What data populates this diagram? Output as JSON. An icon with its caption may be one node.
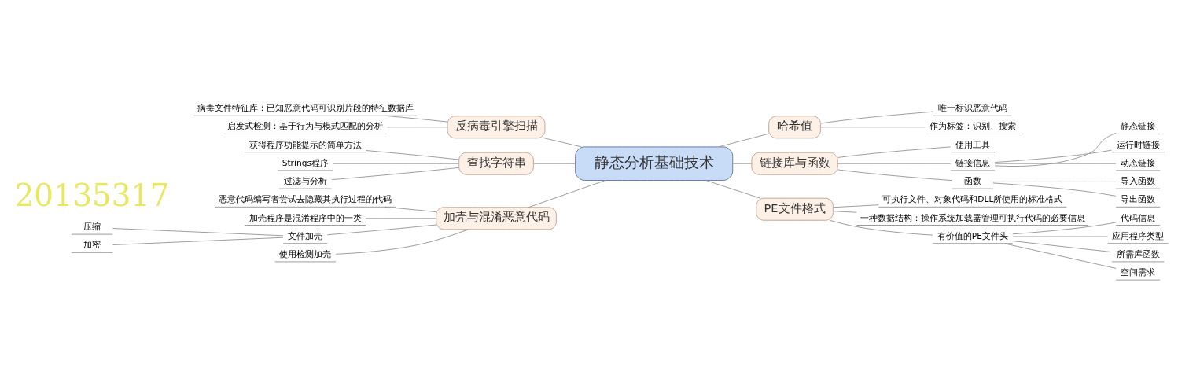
{
  "diagram": {
    "nodes": [
      {
        "text": [
          "静态分析基础技术"
        ]
      },
      {
        "text": [
          "反病毒引擎扫描"
        ]
      },
      {
        "text": [
          "病毒文件特征库：已知恶意代码可识别片段的特征数据库"
        ]
      },
      {
        "text": [
          "启发式检测：基于行为与模式匹配的分析"
        ]
      },
      {
        "text": [
          "查找字符串"
        ]
      },
      {
        "text": [
          "获得程序功能提示的简单方法"
        ]
      },
      {
        "text": [
          "Strings程序"
        ]
      },
      {
        "text": [
          "过滤与分析"
        ]
      },
      {
        "text": [
          "加壳与混淆恶意代码"
        ]
      },
      {
        "text": [
          "恶意代码编写者尝试去隐藏其执行过程的代码"
        ]
      },
      {
        "text": [
          "加壳程序是混淆程序中的一类"
        ]
      },
      {
        "text": [
          "文件加壳"
        ]
      },
      {
        "text": [
          "压缩"
        ]
      },
      {
        "text": [
          "加密"
        ]
      },
      {
        "text": [
          "使用检测加壳"
        ]
      },
      {
        "text": [
          "哈希值"
        ]
      },
      {
        "text": [
          "唯一标识恶意代码"
        ]
      },
      {
        "text": [
          "作为标签：识别、搜索"
        ]
      },
      {
        "text": [
          "链接库与函数"
        ]
      },
      {
        "text": [
          "使用工具"
        ]
      },
      {
        "text": [
          "链接信息"
        ]
      },
      {
        "text": [
          "静态链接"
        ]
      },
      {
        "text": [
          "运行时链接"
        ]
      },
      {
        "text": [
          "动态链接"
        ]
      },
      {
        "text": [
          "函数"
        ]
      },
      {
        "text": [
          "导入函数"
        ]
      },
      {
        "text": [
          "导出函数"
        ]
      },
      {
        "text": [
          "PE文件格式"
        ]
      },
      {
        "text": [
          "可执行文件、对象代码和DLL所使用的标准格式"
        ]
      },
      {
        "text": [
          "一种数据结构：操作系统加载器管理可执行代码的必要信息"
        ]
      },
      {
        "text": [
          "有价值的PE文件头"
        ]
      },
      {
        "text": [
          "代码信息"
        ]
      },
      {
        "text": [
          "应用程序类型"
        ]
      },
      {
        "text": [
          "所需库函数"
        ]
      },
      {
        "text": [
          "空间需求"
        ]
      }
    ],
    "edges": [
      {
        "from": 1,
        "to": 0,
        "arrow": "none"
      },
      {
        "from": 2,
        "to": 1,
        "arrow": "none"
      },
      {
        "from": 3,
        "to": 1,
        "arrow": "none"
      },
      {
        "from": 4,
        "to": 0,
        "arrow": "none"
      },
      {
        "from": 5,
        "to": 4,
        "arrow": "none"
      },
      {
        "from": 6,
        "to": 4,
        "arrow": "none"
      },
      {
        "from": 7,
        "to": 4,
        "arrow": "none"
      },
      {
        "from": 8,
        "to": 0,
        "arrow": "none"
      },
      {
        "from": 9,
        "to": 8,
        "arrow": "none"
      },
      {
        "from": 10,
        "to": 8,
        "arrow": "none"
      },
      {
        "from": 11,
        "to": 8,
        "arrow": "none"
      },
      {
        "from": 12,
        "to": 11,
        "arrow": "none"
      },
      {
        "from": 13,
        "to": 11,
        "arrow": "none"
      },
      {
        "from": 14,
        "to": 8,
        "arrow": "none"
      },
      {
        "from": 0,
        "to": 15,
        "arrow": "none"
      },
      {
        "from": 15,
        "to": 16,
        "arrow": "none"
      },
      {
        "from": 15,
        "to": 17,
        "arrow": "none"
      },
      {
        "from": 0,
        "to": 18,
        "arrow": "none"
      },
      {
        "from": 18,
        "to": 19,
        "arrow": "none"
      },
      {
        "from": 18,
        "to": 20,
        "arrow": "none"
      },
      {
        "from": 20,
        "to": 21,
        "arrow": "none"
      },
      {
        "from": 20,
        "to": 22,
        "arrow": "none"
      },
      {
        "from": 20,
        "to": 23,
        "arrow": "none"
      },
      {
        "from": 18,
        "to": 24,
        "arrow": "none"
      },
      {
        "from": 24,
        "to": 25,
        "arrow": "none"
      },
      {
        "from": 24,
        "to": 26,
        "arrow": "none"
      },
      {
        "from": 0,
        "to": 27,
        "arrow": "none"
      },
      {
        "from": 27,
        "to": 28,
        "arrow": "none"
      },
      {
        "from": 27,
        "to": 29,
        "arrow": "none"
      },
      {
        "from": 27,
        "to": 30,
        "arrow": "none"
      },
      {
        "from": 30,
        "to": 31,
        "arrow": "none"
      },
      {
        "from": 30,
        "to": 32,
        "arrow": "none"
      },
      {
        "from": 30,
        "to": 33,
        "arrow": "none"
      },
      {
        "from": 30,
        "to": 34,
        "arrow": "none"
      }
    ],
    "labels": [
      "20135317"
    ]
  }
}
